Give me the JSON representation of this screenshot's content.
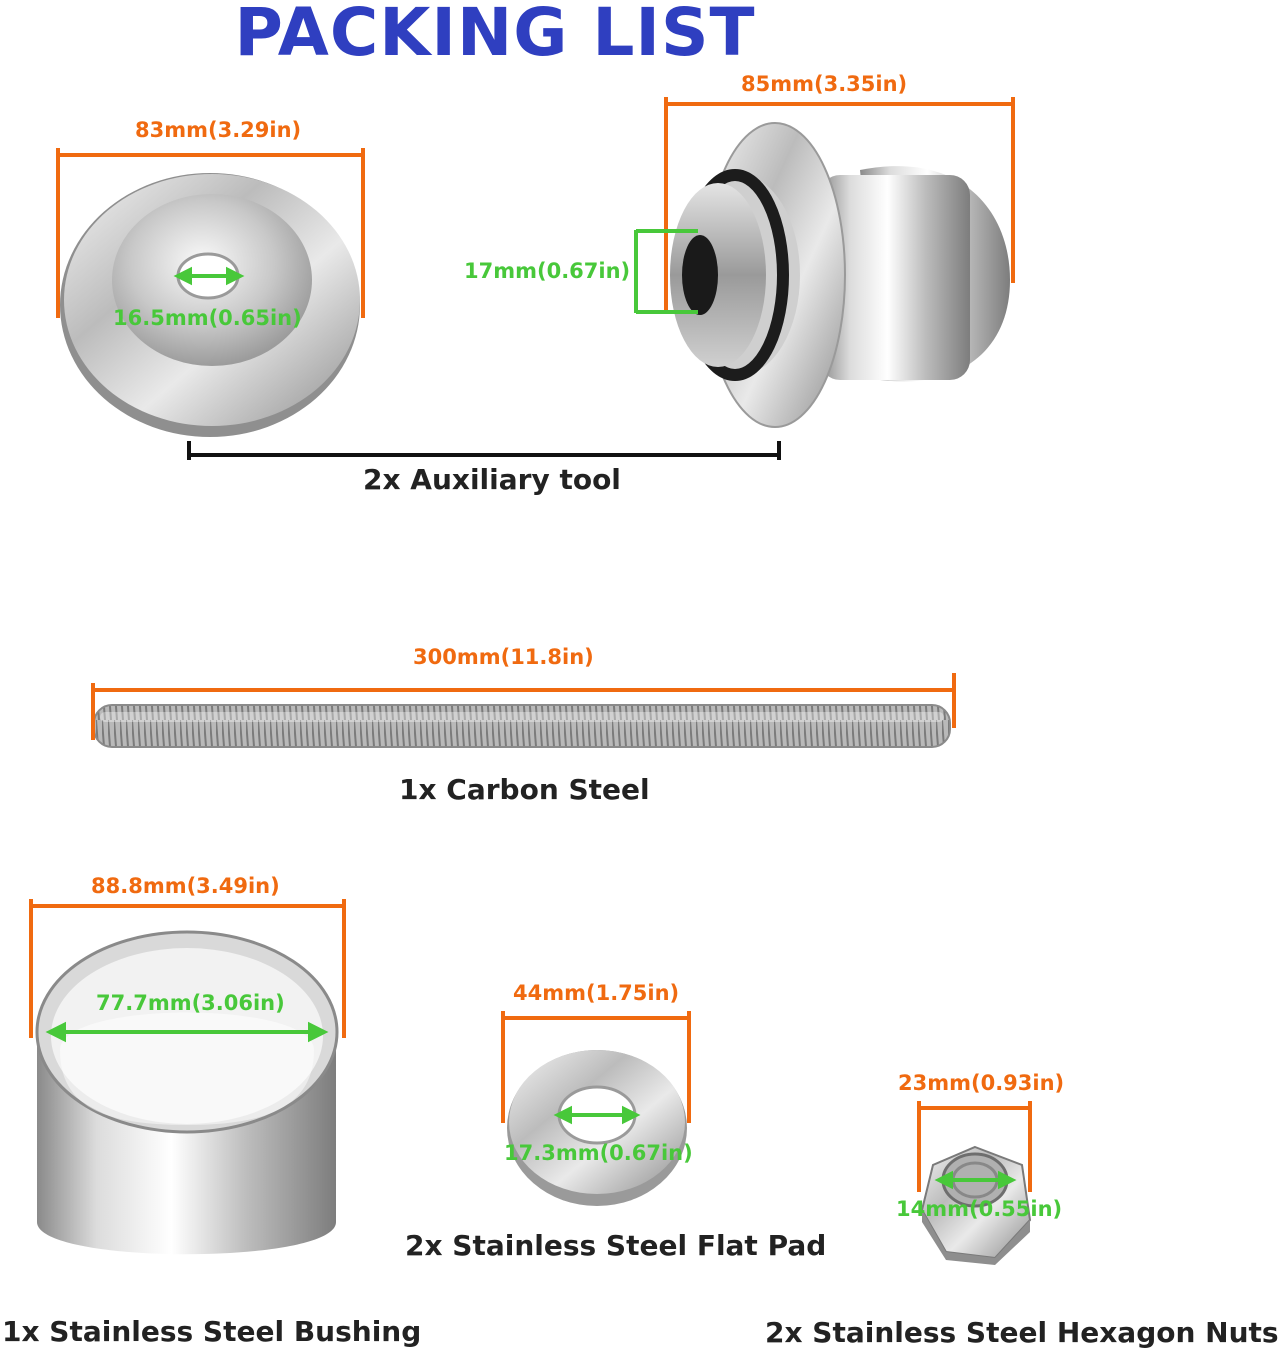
{
  "title": "PACKING LIST",
  "colors": {
    "title": "#2f3fc0",
    "dimension_orange": "#f06a10",
    "dimension_green": "#48c83a",
    "caption": "#222222"
  },
  "auxiliary_tool": {
    "disc_outer": "83mm(3.29in)",
    "disc_hole": "16.5mm(0.65in)",
    "spool_outer": "85mm(3.35in)",
    "spool_bore": "17mm(0.67in)",
    "caption": "2x Auxiliary tool"
  },
  "rod": {
    "length": "300mm(11.8in)",
    "caption": "1x Carbon Steel"
  },
  "bushing": {
    "outer": "88.8mm(3.49in)",
    "inner": "77.7mm(3.06in)",
    "caption": "1x Stainless Steel Bushing"
  },
  "flat_pad": {
    "outer": "44mm(1.75in)",
    "hole": "17.3mm(0.67in)",
    "caption": "2x Stainless Steel Flat Pad"
  },
  "hex_nut": {
    "outer": "23mm(0.93in)",
    "bore": "14mm(0.55in)",
    "caption": "2x Stainless Steel Hexagon Nuts"
  }
}
